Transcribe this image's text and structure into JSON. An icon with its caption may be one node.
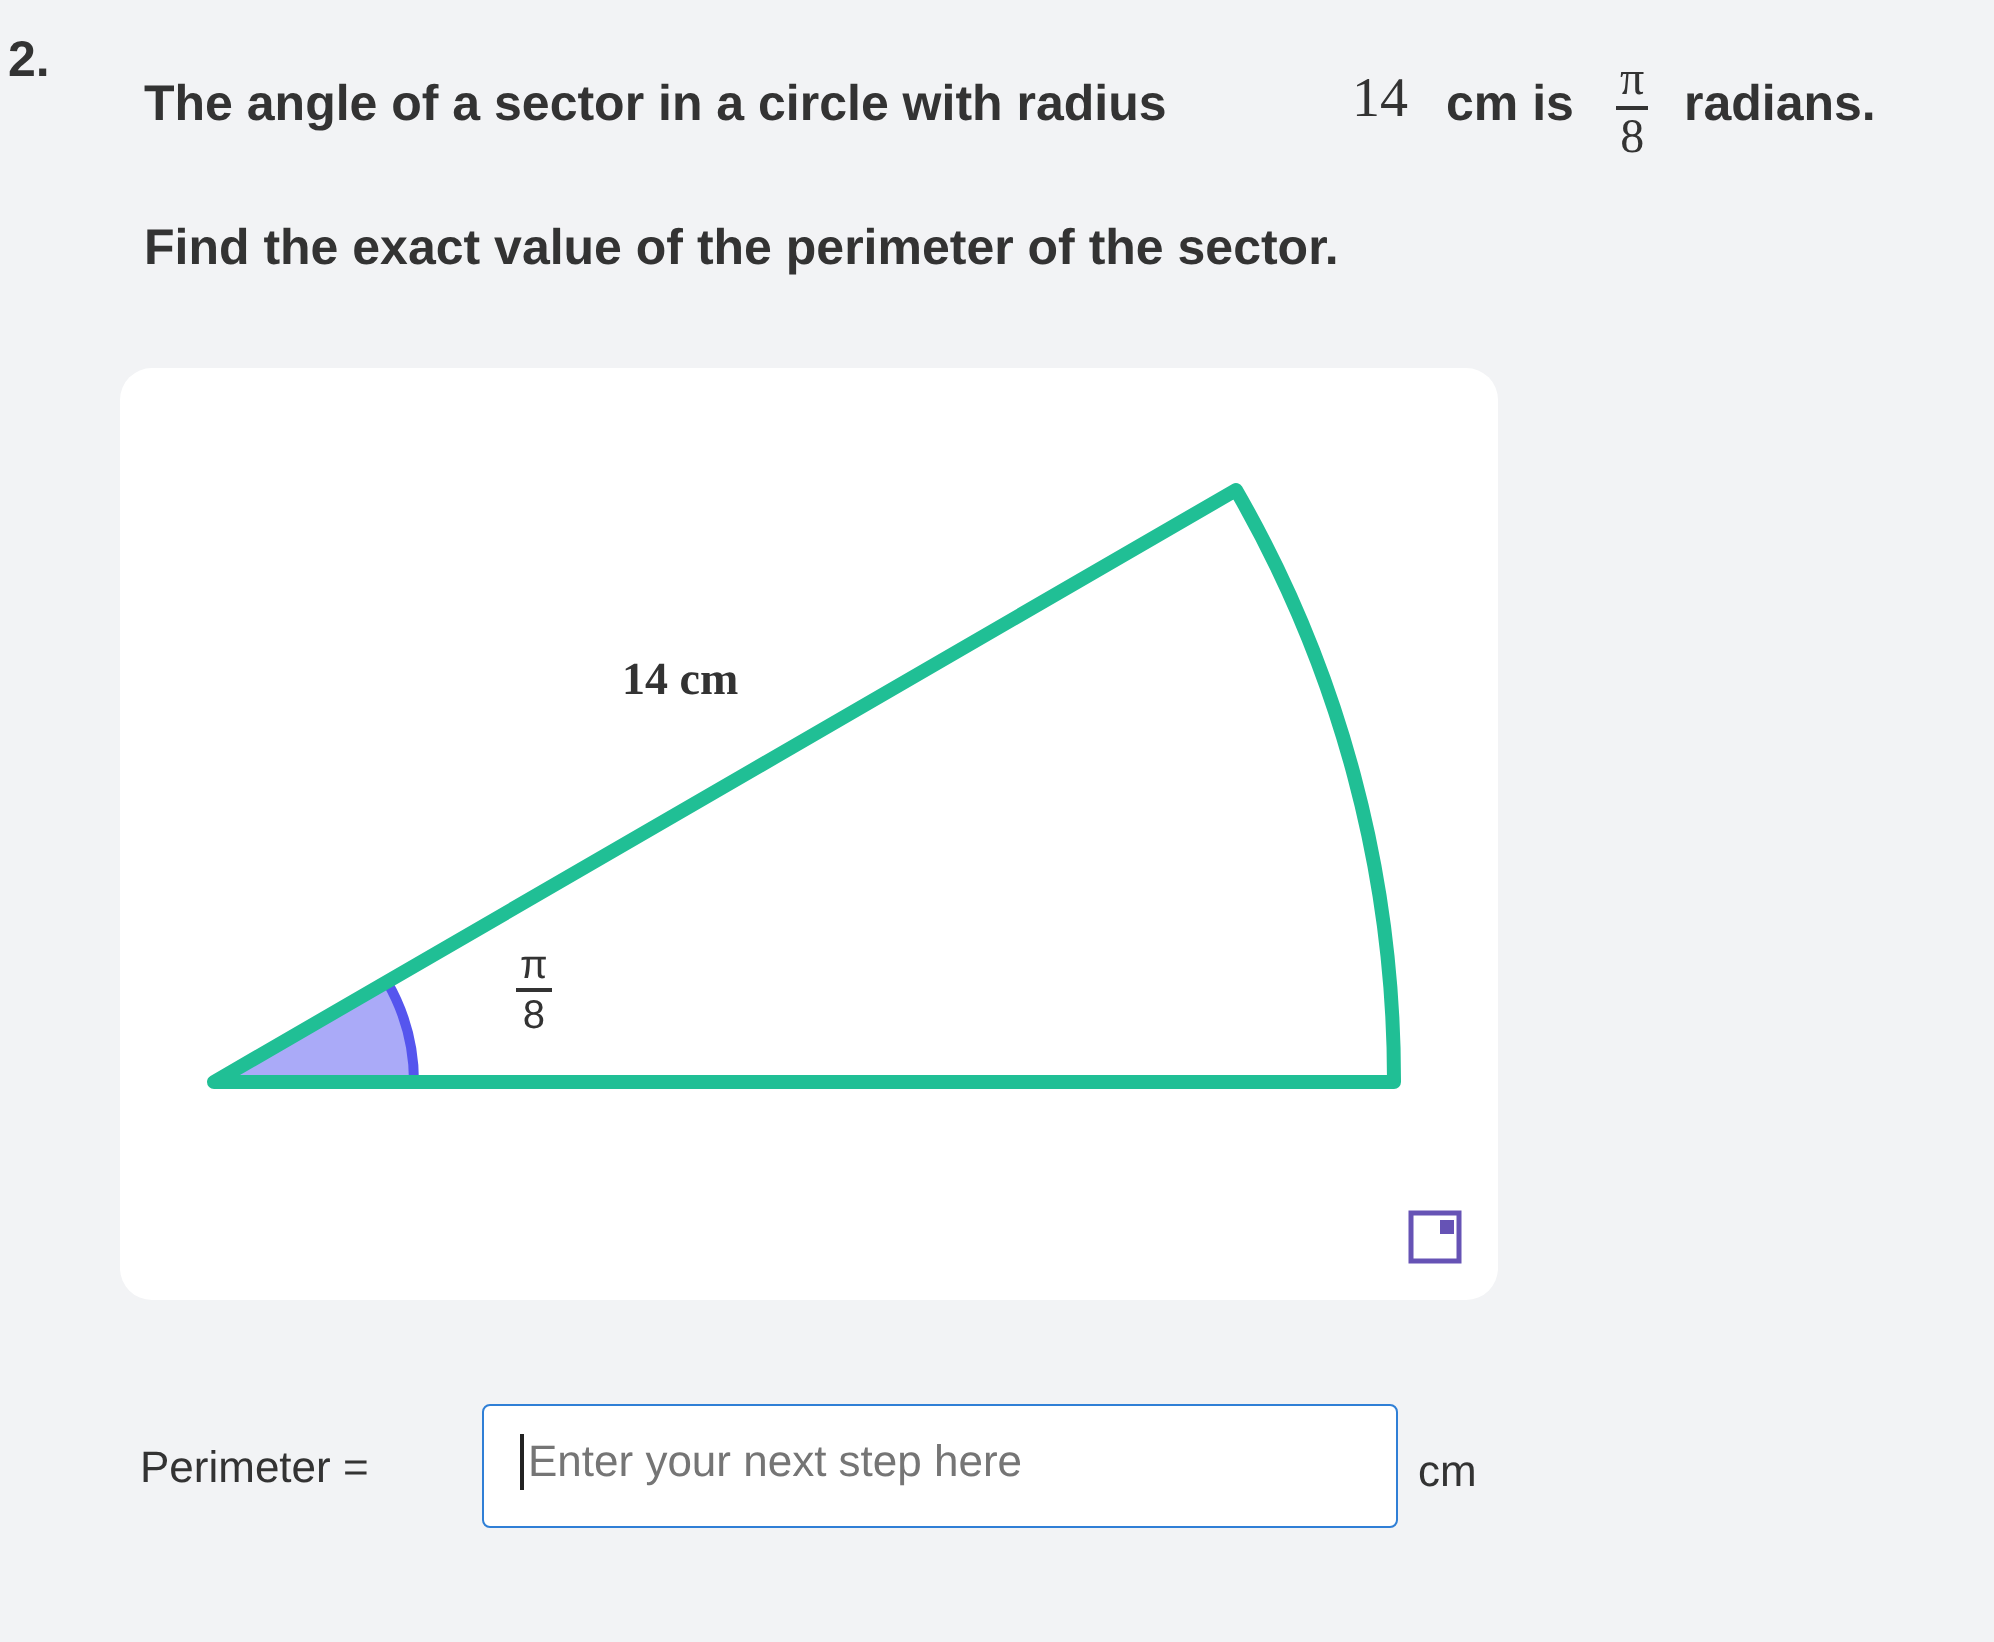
{
  "diagram": {
    "labels": [
      "2.",
      "The angle of a sector in a circle with radius",
      "14",
      "cm is",
      "π",
      "8",
      "radians.",
      "Find the exact value of the perimeter of the sector.",
      "14 cm",
      "π",
      "8",
      "Perimeter =",
      "Enter your next step here",
      "cm"
    ]
  }
}
